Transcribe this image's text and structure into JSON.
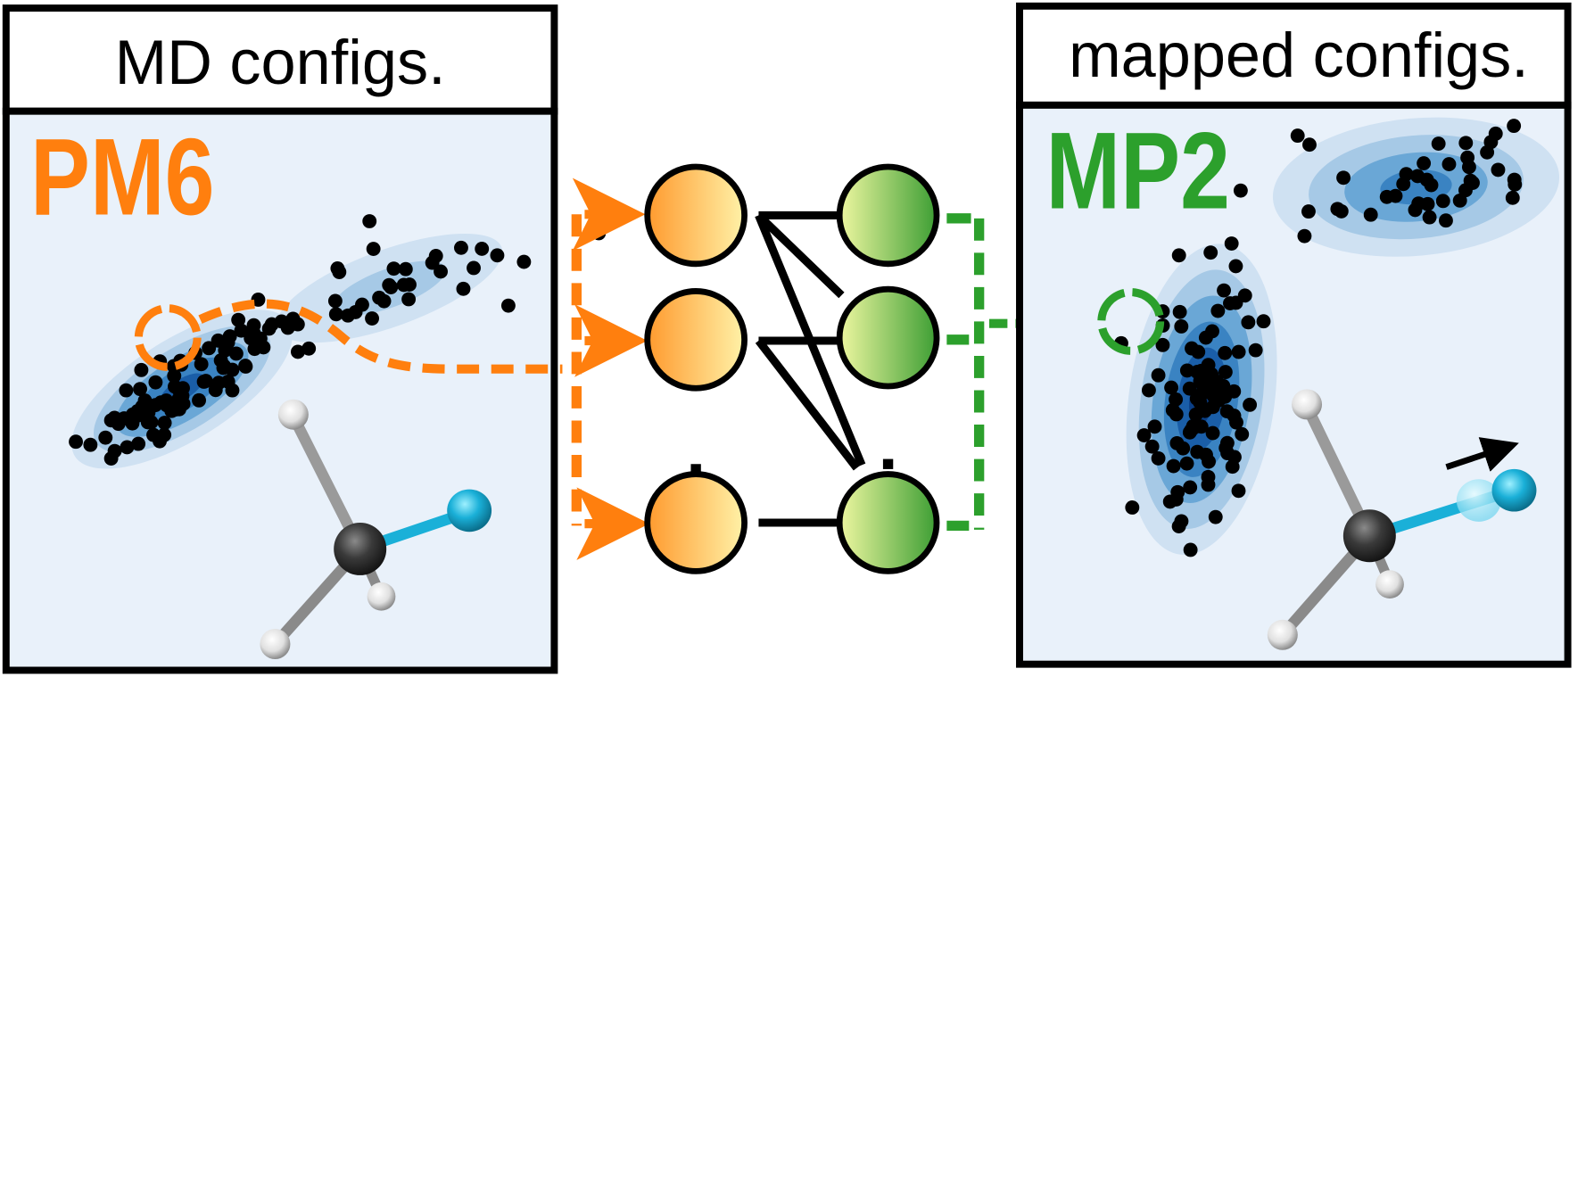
{
  "left_panel": {
    "header": "MD configs.",
    "method_label": "PM6",
    "method_color": "#ff7f0e",
    "background": "#e9f1fa",
    "selected_marker": "dashed-circle"
  },
  "right_panel": {
    "header": "mapped configs.",
    "method_label": "MP2",
    "method_color": "#2ca02c",
    "background": "#e9f1fa",
    "selected_marker": "dashed-circle"
  },
  "network": {
    "input_layer": {
      "nodes": 3,
      "ellipsis": true,
      "gradient": [
        "#ff9a2e",
        "#fff2a8"
      ]
    },
    "output_layer": {
      "nodes": 3,
      "ellipsis": true,
      "gradient": [
        "#eef7a0",
        "#3d9e34"
      ]
    },
    "connection_color": "#000000"
  },
  "molecule": {
    "atoms": [
      "C",
      "H",
      "H",
      "H",
      "X"
    ],
    "carbon_color": "#333333",
    "hydrogen_color": "#f2f2f2",
    "substituent_color": "#1ab0d8"
  },
  "colors": {
    "density": [
      "#cfe1f2",
      "#a6c9e6",
      "#6aa7d6",
      "#3a83c2",
      "#1a5ea8",
      "#0b3f86"
    ],
    "points": "#000000",
    "input_flow": "#ff7f0e",
    "output_flow": "#2ca02c"
  }
}
